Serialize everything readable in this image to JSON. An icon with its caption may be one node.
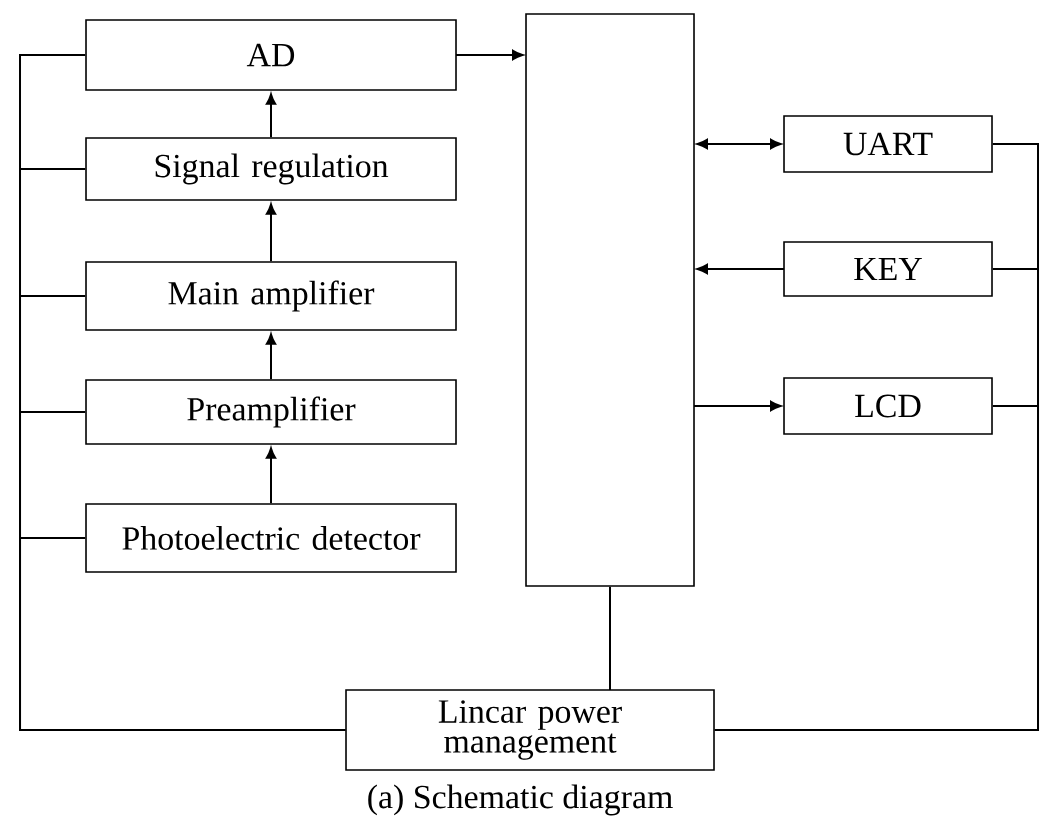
{
  "diagram": {
    "caption": "(a) Schematic diagram",
    "nodes": [
      {
        "text": [
          "AD"
        ]
      },
      {
        "text": [
          "Signal regulation"
        ]
      },
      {
        "text": [
          "Main amplifier"
        ]
      },
      {
        "text": [
          "Preamplifier"
        ]
      },
      {
        "text": [
          "Photoelectric detector"
        ]
      },
      {
        "text": [],
        "shape": "box"
      },
      {
        "text": [
          "UART"
        ]
      },
      {
        "text": [
          "KEY"
        ]
      },
      {
        "text": [
          "LCD"
        ]
      },
      {
        "text": [
          "Lincar power management"
        ]
      }
    ],
    "edges": [
      {
        "from": 4,
        "to": 3,
        "arrow": "to"
      },
      {
        "from": 3,
        "to": 2,
        "arrow": "to"
      },
      {
        "from": 2,
        "to": 1,
        "arrow": "to"
      },
      {
        "from": 1,
        "to": 0,
        "arrow": "to"
      },
      {
        "from": 0,
        "to": 5,
        "arrow": "to"
      },
      {
        "from": 5,
        "to": 6,
        "arrow": "both"
      },
      {
        "from": 7,
        "to": 5,
        "arrow": "to"
      },
      {
        "from": 5,
        "to": 8,
        "arrow": "to"
      },
      {
        "from": 9,
        "to": 0,
        "arrow": "none"
      },
      {
        "from": 9,
        "to": 1,
        "arrow": "none"
      },
      {
        "from": 9,
        "to": 2,
        "arrow": "none"
      },
      {
        "from": 9,
        "to": 3,
        "arrow": "none"
      },
      {
        "from": 9,
        "to": 4,
        "arrow": "none"
      },
      {
        "from": 9,
        "to": 5,
        "arrow": "none"
      },
      {
        "from": 9,
        "to": 6,
        "arrow": "none"
      },
      {
        "from": 9,
        "to": 7,
        "arrow": "none"
      },
      {
        "from": 9,
        "to": 8,
        "arrow": "none"
      }
    ]
  }
}
